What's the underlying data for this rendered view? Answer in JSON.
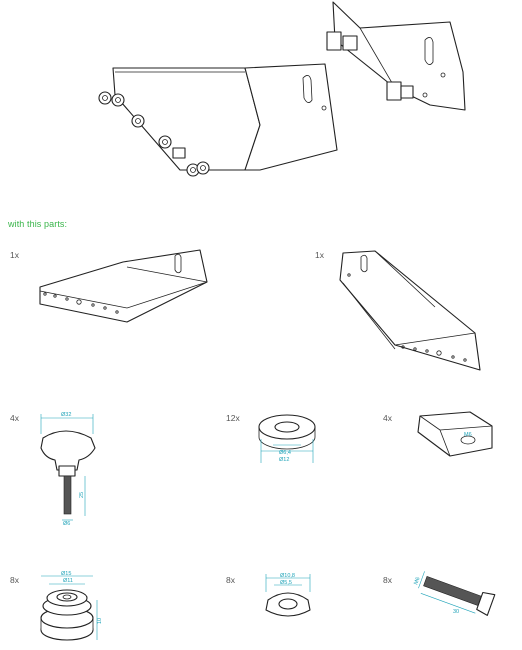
{
  "intro_text": "with this parts:",
  "colors": {
    "accent": "#39b54a",
    "dimension": "#1fa3b8",
    "outline": "#222222"
  },
  "parts": {
    "plate_left": {
      "qty": "1x"
    },
    "plate_right": {
      "qty": "1x"
    },
    "star_knob": {
      "qty": "4x",
      "dims": {
        "diameter": "Ø32",
        "length": "25",
        "shaft": "Ø6"
      }
    },
    "washer": {
      "qty": "12x",
      "dims": {
        "inner": "Ø6,4",
        "outer": "Ø12"
      }
    },
    "slot_nut": {
      "qty": "4x",
      "dims": {
        "thread": "M6"
      }
    },
    "roller": {
      "qty": "8x",
      "dims": {
        "outer": "Ø15",
        "inner": "Ø11",
        "height": "10"
      }
    },
    "spring_washer": {
      "qty": "8x",
      "dims": {
        "outer": "Ø10,8",
        "inner": "Ø5,5"
      }
    },
    "bolt": {
      "qty": "8x",
      "dims": {
        "head": "M6",
        "length": "30"
      }
    }
  }
}
